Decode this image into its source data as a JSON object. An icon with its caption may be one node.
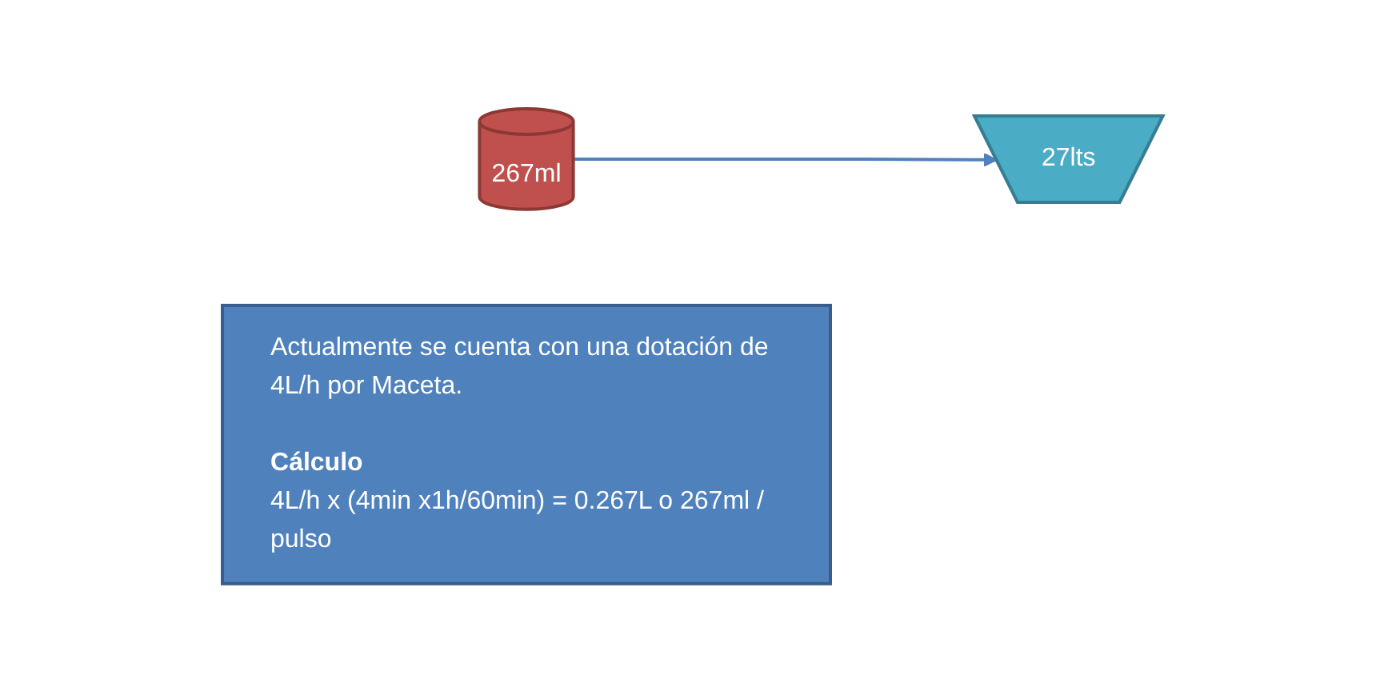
{
  "diagram": {
    "nodes": [
      {
        "text": [
          "267ml"
        ]
      },
      {
        "text": [
          "27lts"
        ]
      },
      {
        "text": [
          "Actualmente se cuenta con una dotación de 4L/h por Maceta.",
          "Cálculo",
          "4L/h x (4min x1h/60min) = 0.267L o 267ml / pulso"
        ]
      }
    ],
    "edges": [
      {
        "from": 0,
        "to": 1,
        "arrow": "to"
      }
    ]
  }
}
